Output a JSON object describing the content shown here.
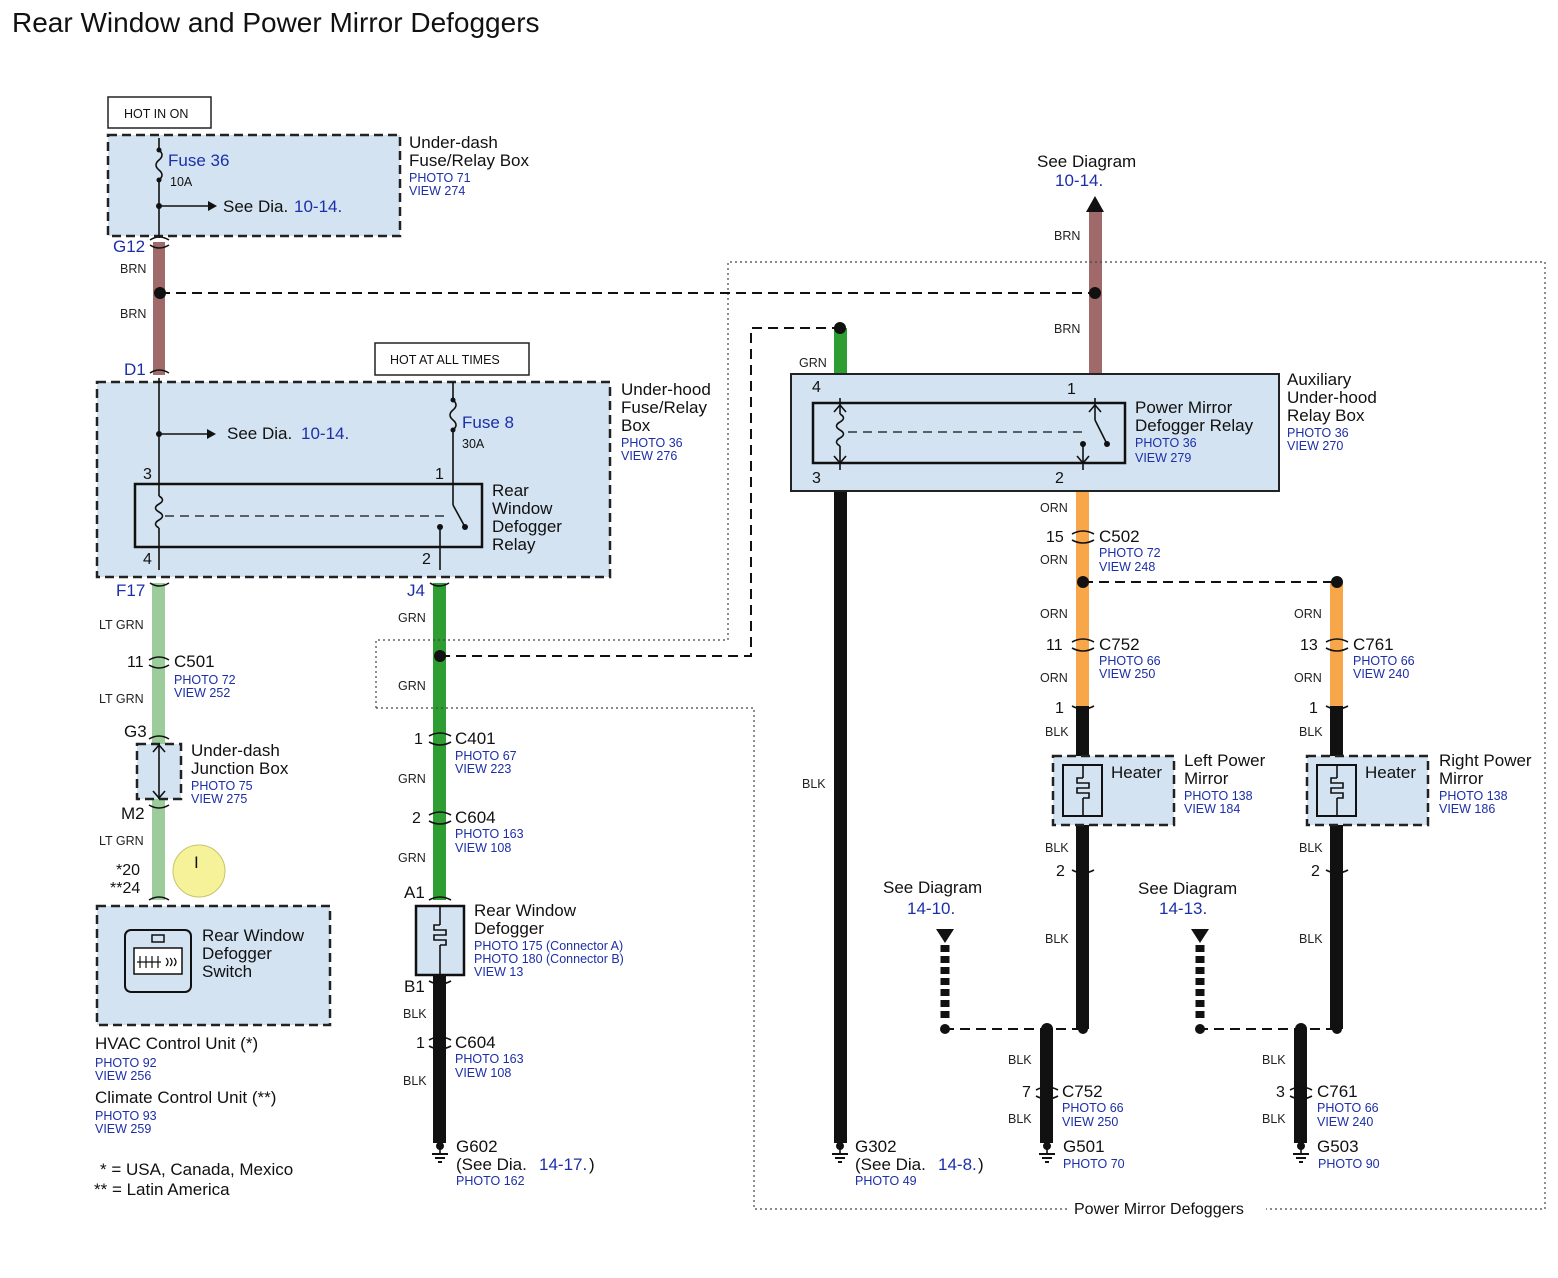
{
  "title": "Rear Window and Power Mirror Defoggers",
  "hot_in_on": "HOT IN ON",
  "hot_at_all_times": "HOT AT ALL TIMES",
  "underdash_box": {
    "line1": "Under-dash",
    "line2": "Fuse/Relay Box",
    "photo": "PHOTO 71",
    "view": "VIEW 274"
  },
  "fuse36": {
    "name": "Fuse 36",
    "amp": "10A",
    "see": "See  Dia.",
    "see_ref": "10-14."
  },
  "underhood_box": {
    "line1": "Under-hood",
    "line2": "Fuse/Relay",
    "line3": "Box",
    "photo": "PHOTO 36",
    "view": "VIEW 276"
  },
  "underhood_see": {
    "see": "See  Dia.",
    "ref": "10-14."
  },
  "fuse8": {
    "name": "Fuse 8",
    "amp": "30A"
  },
  "rw_relay": {
    "line1": "Rear",
    "line2": "Window",
    "line3": "Defogger",
    "line4": "Relay"
  },
  "aux_box": {
    "line1": "Auxiliary",
    "line2": "Under-hood",
    "line3": "Relay Box",
    "photo": "PHOTO 36",
    "view": "VIEW 270"
  },
  "pm_relay": {
    "line1": "Power Mirror",
    "line2": "Defogger Relay",
    "photo": "PHOTO 36",
    "view": "VIEW 279"
  },
  "see_top": {
    "label": "See Diagram",
    "ref": "10-14."
  },
  "connectors": {
    "g12": "G12",
    "d1": "D1",
    "f17": "F17",
    "j4": "J4",
    "g3": "G3",
    "m2": "M2",
    "a1": "A1",
    "b1": "B1",
    "c501": {
      "name": "C501",
      "pin": "11",
      "photo": "PHOTO 72",
      "view": "VIEW 252"
    },
    "c401": {
      "name": "C401",
      "pin": "1",
      "photo": "PHOTO 67",
      "view": "VIEW 223"
    },
    "c604a": {
      "name": "C604",
      "pin": "2",
      "photo": "PHOTO 163",
      "view": "VIEW 108"
    },
    "c604b": {
      "name": "C604",
      "pin": "1",
      "photo": "PHOTO 163",
      "view": "VIEW 108"
    },
    "c502": {
      "name": "C502",
      "pin": "15",
      "photo": "PHOTO 72",
      "view": "VIEW 248"
    },
    "c752a": {
      "name": "C752",
      "pin": "11",
      "photo": "PHOTO 66",
      "view": "VIEW 250"
    },
    "c761a": {
      "name": "C761",
      "pin": "13",
      "photo": "PHOTO 66",
      "view": "VIEW 240"
    },
    "c752b": {
      "name": "C752",
      "pin": "7",
      "photo": "PHOTO 66",
      "view": "VIEW 250"
    },
    "c761b": {
      "name": "C761",
      "pin": "3",
      "photo": "PHOTO 66",
      "view": "VIEW 240"
    }
  },
  "pins": {
    "rw3": "3",
    "rw1": "1",
    "rw4": "4",
    "rw2": "2",
    "pm4": "4",
    "pm1": "1",
    "pm3": "3",
    "pm2": "2",
    "lm1": "1",
    "lm2": "2",
    "rm1": "1",
    "rm2": "2",
    "sw20": "*20",
    "sw24": "**24"
  },
  "junction": {
    "line1": "Under-dash",
    "line2": "Junction Box",
    "photo": "PHOTO 75",
    "view": "VIEW 275"
  },
  "switch": {
    "line1": "Rear Window",
    "line2": "Defogger",
    "line3": "Switch"
  },
  "hvac": {
    "name": "HVAC Control Unit (*)",
    "photo": "PHOTO 92",
    "view": "VIEW 256"
  },
  "climate": {
    "name": "Climate Control Unit (**)",
    "photo": "PHOTO 93",
    "view": "VIEW 259"
  },
  "notes": {
    "n1": "* =  USA, Canada, Mexico",
    "n2": "** =  Latin America"
  },
  "defogger": {
    "line1": "Rear Window",
    "line2": "Defogger",
    "photo_a": "PHOTO 175 (Connector A)",
    "photo_b": "PHOTO 180 (Connector B)",
    "view": "VIEW 13"
  },
  "left_mirror": {
    "heater": "Heater",
    "line1": "Left Power",
    "line2": "Mirror",
    "photo": "PHOTO 138",
    "view": "VIEW 184"
  },
  "right_mirror": {
    "heater": "Heater",
    "line1": "Right Power",
    "line2": "Mirror",
    "photo": "PHOTO 138",
    "view": "VIEW 186"
  },
  "see_1410": {
    "label": "See Diagram",
    "ref": "14-10."
  },
  "see_1413": {
    "label": "See Diagram",
    "ref": "14-13."
  },
  "grounds": {
    "g602": {
      "name": "G602",
      "see": "(See  Dia.",
      "ref": "14-17.",
      "close": ")",
      "photo": "PHOTO 162"
    },
    "g302": {
      "name": "G302",
      "see": "(See  Dia.",
      "ref": "14-8.",
      "close": ")",
      "photo": "PHOTO 49"
    },
    "g501": {
      "name": "G501",
      "photo": "PHOTO 70"
    },
    "g503": {
      "name": "G503",
      "photo": "PHOTO 90"
    }
  },
  "region_label": "Power Mirror Defoggers",
  "cursor_mark": "I",
  "wires": {
    "brn": "BRN",
    "ltgrn": "LT GRN",
    "grn": "GRN",
    "blk": "BLK",
    "orn": "ORN"
  },
  "colors": {
    "brn": "#a06a6a",
    "ltgrn": "#9ccc9a",
    "grn": "#2e9e33",
    "blk": "#111111",
    "orn": "#f7a64a",
    "box": "#d3e3f1",
    "link": "#1c2fa8",
    "marker": "#f6f29a"
  }
}
